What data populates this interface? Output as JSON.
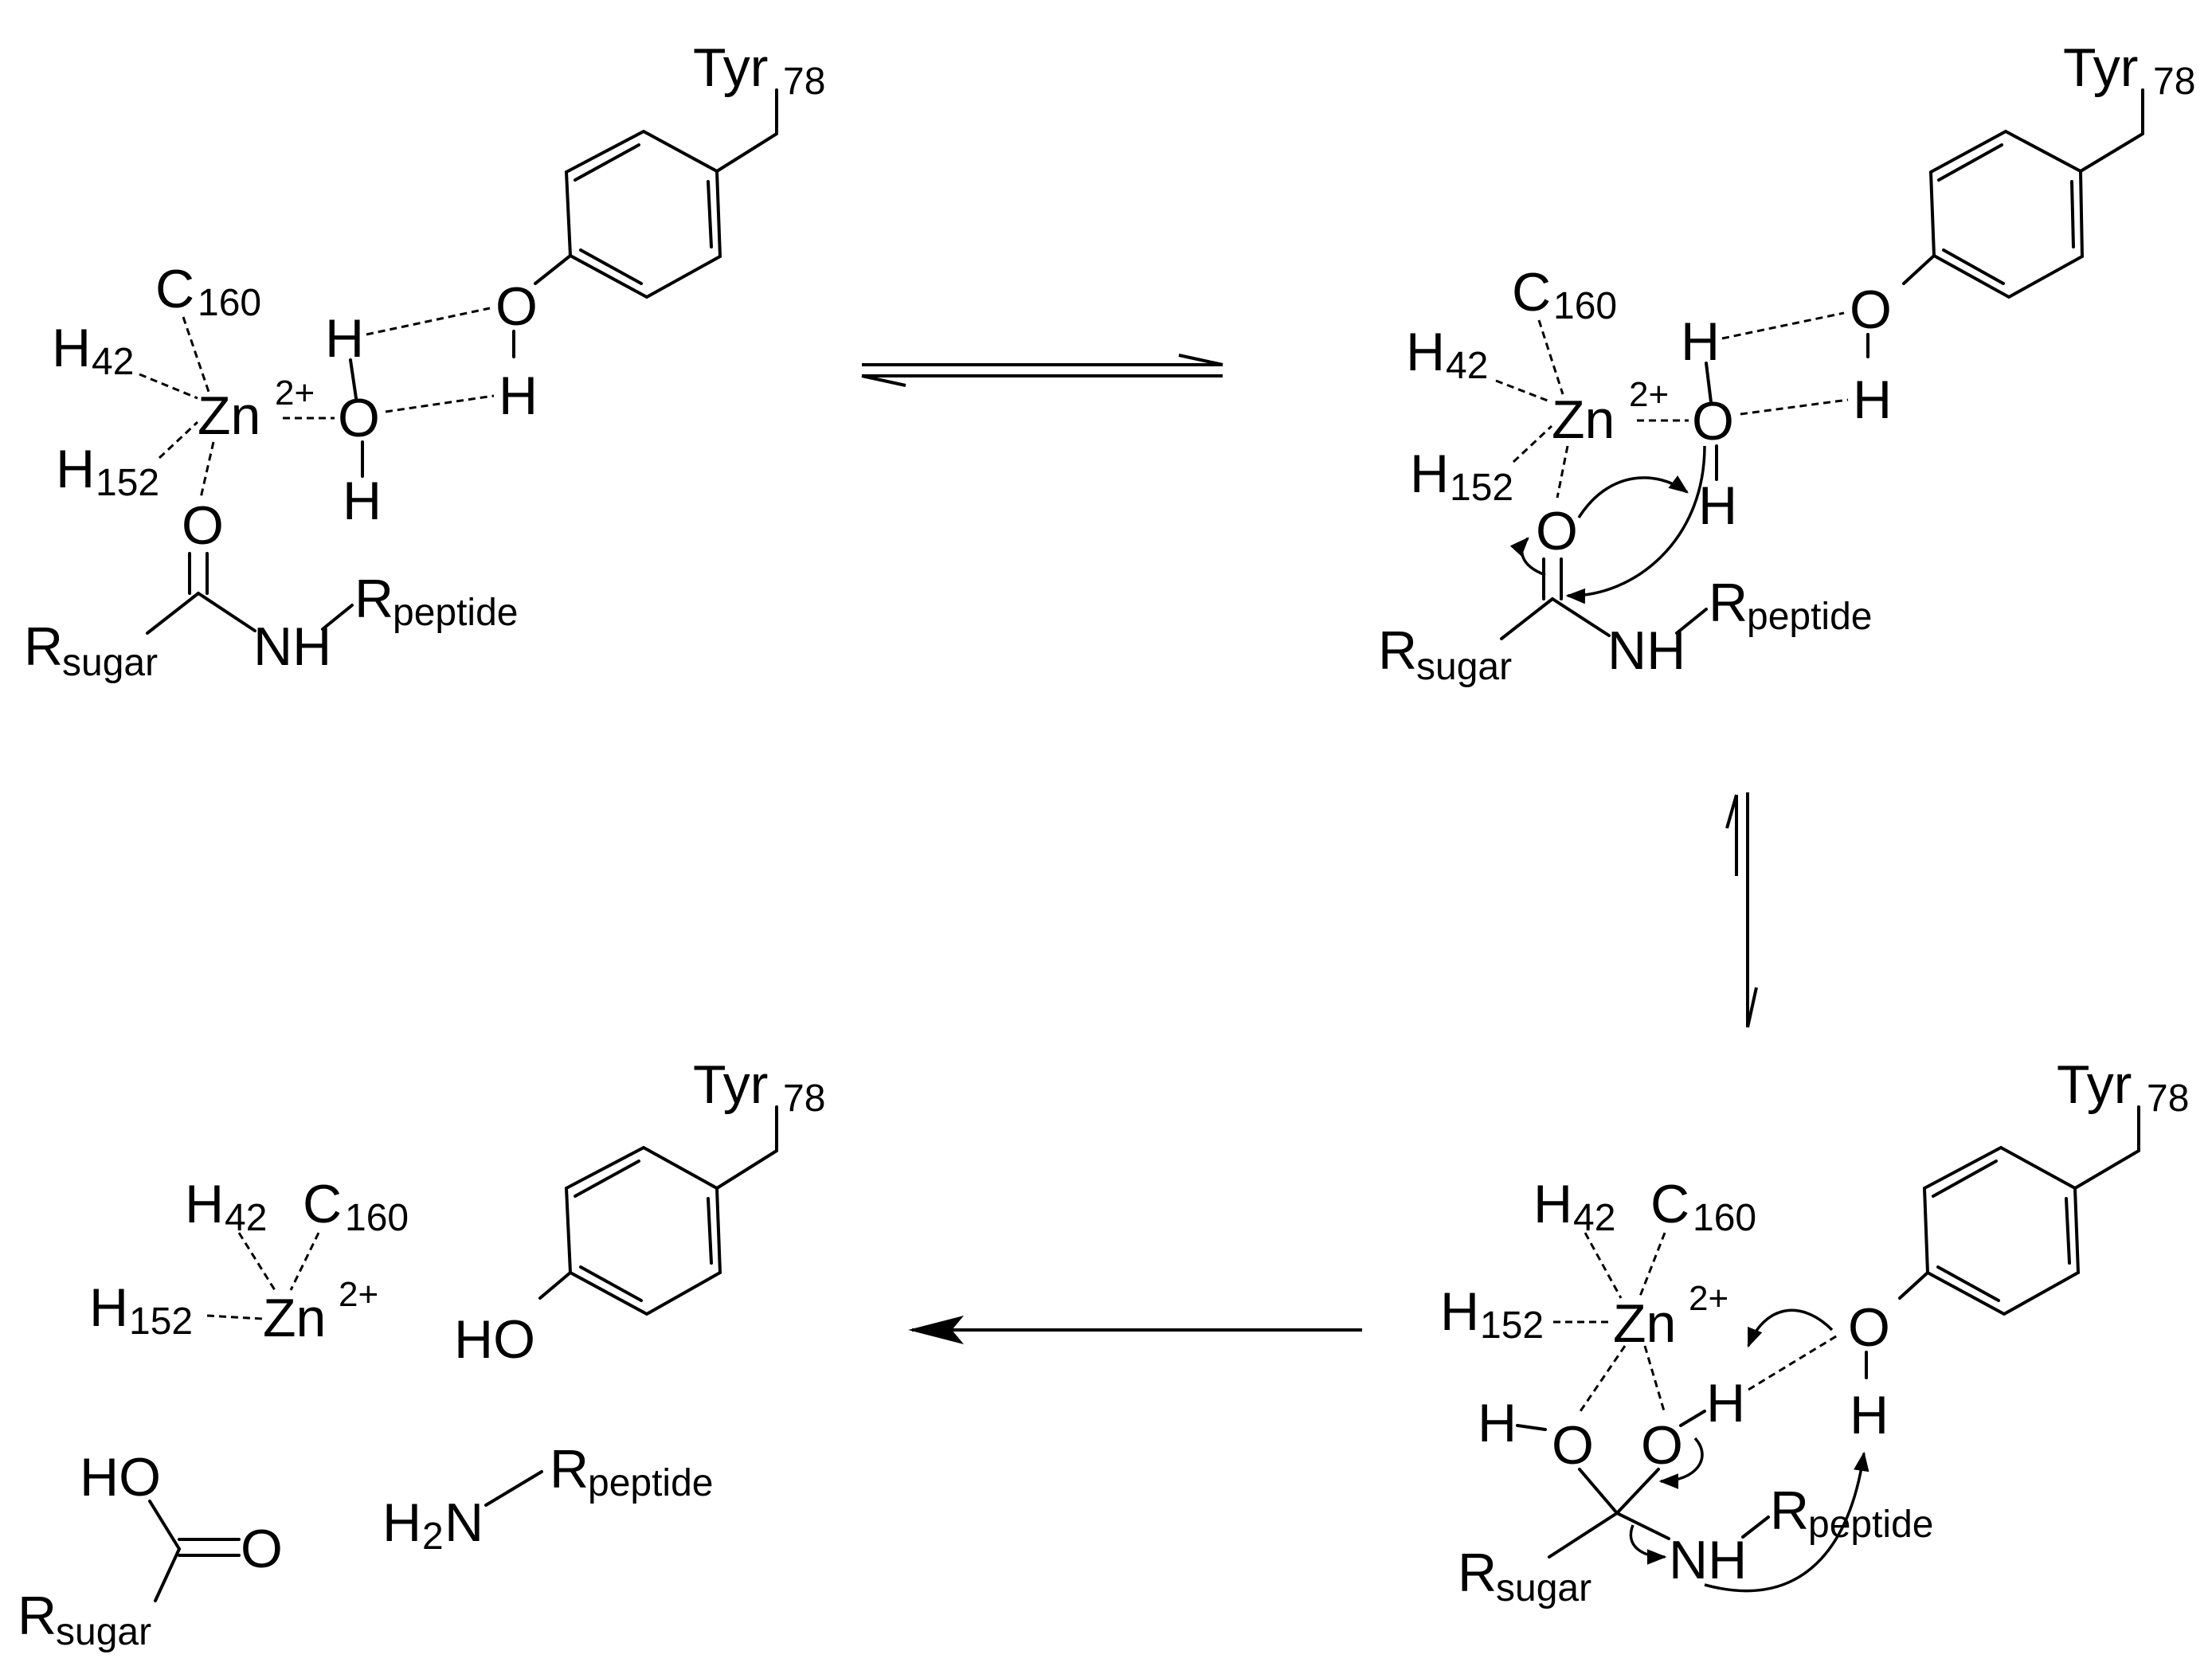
{
  "scheme": {
    "reactant": {
      "zinc": "Zn",
      "zinc_charge": "2+",
      "his42_letter": "H",
      "his42_num": "42",
      "his152_letter": "H",
      "his152_num": "152",
      "cys160_letter": "C",
      "cys160_num": "160",
      "water_O": "O",
      "water_H_top": "H",
      "water_H_bottom": "H",
      "tyr_O": "O",
      "tyr_H": "H",
      "tyr_name": "Tyr",
      "tyr_num": "78",
      "carbonyl_O": "O",
      "amide_NH": "NH",
      "r_sugar_letter": "R",
      "r_sugar_sub": "sugar",
      "r_peptide_letter": "R",
      "r_peptide_sub": "peptide"
    },
    "activated": {
      "zinc": "Zn",
      "zinc_charge": "2+",
      "his42_letter": "H",
      "his42_num": "42",
      "his152_letter": "H",
      "his152_num": "152",
      "cys160_letter": "C",
      "cys160_num": "160",
      "water_O": "O",
      "water_H_top": "H",
      "water_H_bottom": "H",
      "tyr_O": "O",
      "tyr_H": "H",
      "tyr_name": "Tyr",
      "tyr_num": "78",
      "carbonyl_O": "O",
      "amide_NH": "NH",
      "r_sugar_letter": "R",
      "r_sugar_sub": "sugar",
      "r_peptide_letter": "R",
      "r_peptide_sub": "peptide"
    },
    "tetrahedral": {
      "zinc": "Zn",
      "zinc_charge": "2+",
      "his42_letter": "H",
      "his42_num": "42",
      "his152_letter": "H",
      "his152_num": "152",
      "cys160_letter": "C",
      "cys160_num": "160",
      "oh_H": "H",
      "oh_O": "O",
      "ox_O": "O",
      "ox_H": "H",
      "tyr_O": "O",
      "tyr_H": "H",
      "tyr_name": "Tyr",
      "tyr_num": "78",
      "amide_NH": "NH",
      "r_sugar_letter": "R",
      "r_sugar_sub": "sugar",
      "r_peptide_letter": "R",
      "r_peptide_sub": "peptide"
    },
    "products": {
      "zinc": "Zn",
      "zinc_charge": "2+",
      "his42_letter": "H",
      "his42_num": "42",
      "his152_letter": "H",
      "his152_num": "152",
      "cys160_letter": "C",
      "cys160_num": "160",
      "tyr_name": "Tyr",
      "tyr_num": "78",
      "phenol_HO": "HO",
      "acid_HO": "HO",
      "acid_O": "O",
      "r_sugar_letter": "R",
      "r_sugar_sub": "sugar",
      "amine_H": "H",
      "amine_2": "2",
      "amine_N": "N",
      "r_peptide_letter": "R",
      "r_peptide_sub": "peptide"
    }
  }
}
